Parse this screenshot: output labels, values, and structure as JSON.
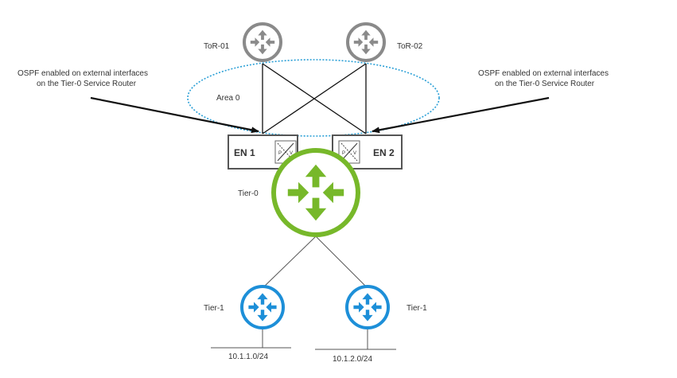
{
  "routers": {
    "tor01": {
      "label": "ToR-01",
      "icon": "router-icon",
      "color": "#8a8a8a"
    },
    "tor02": {
      "label": "ToR-02",
      "icon": "router-icon",
      "color": "#8a8a8a"
    },
    "tier0": {
      "label": "Tier-0",
      "icon": "router-icon",
      "color": "#77b82a"
    },
    "tier1_left": {
      "label": "Tier-1",
      "icon": "router-icon",
      "color": "#1d8fd8"
    },
    "tier1_right": {
      "label": "Tier-1",
      "icon": "router-icon",
      "color": "#1d8fd8"
    }
  },
  "edge_nodes": {
    "en1": {
      "label": "EN 1",
      "icon": "edge-node-pv-icon",
      "icon_left": "P",
      "icon_right": "V"
    },
    "en2": {
      "label": "EN 2",
      "icon": "edge-node-pv-icon",
      "icon_left": "P",
      "icon_right": "V"
    }
  },
  "area": {
    "label": "Area 0",
    "color": "#2a9fd6"
  },
  "annotations": {
    "left": {
      "line1": "OSPF enabled on external interfaces",
      "line2": "on the Tier-0 Service Router"
    },
    "right": {
      "line1": "OSPF enabled on external interfaces",
      "line2": "on the Tier-0 Service Router"
    }
  },
  "subnets": {
    "left": "10.1.1.0/24",
    "right": "10.1.2.0/24"
  }
}
